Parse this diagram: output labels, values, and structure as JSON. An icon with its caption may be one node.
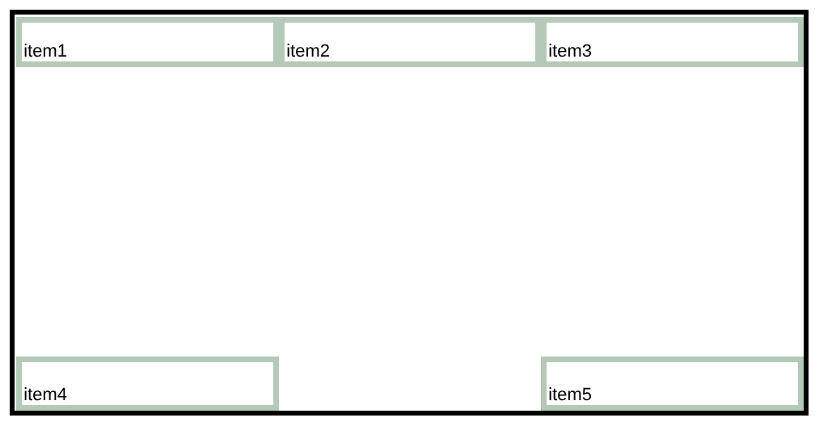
{
  "diagram": {
    "nodes": [
      {
        "text": [],
        "shape": "box"
      },
      {
        "text": [
          "item1"
        ],
        "in": 0
      },
      {
        "text": [
          "item2"
        ],
        "in": 0
      },
      {
        "text": [
          "item3"
        ],
        "in": 0
      },
      {
        "text": [
          "item4"
        ],
        "in": 0
      },
      {
        "text": [
          "item5"
        ],
        "in": 0
      }
    ]
  }
}
